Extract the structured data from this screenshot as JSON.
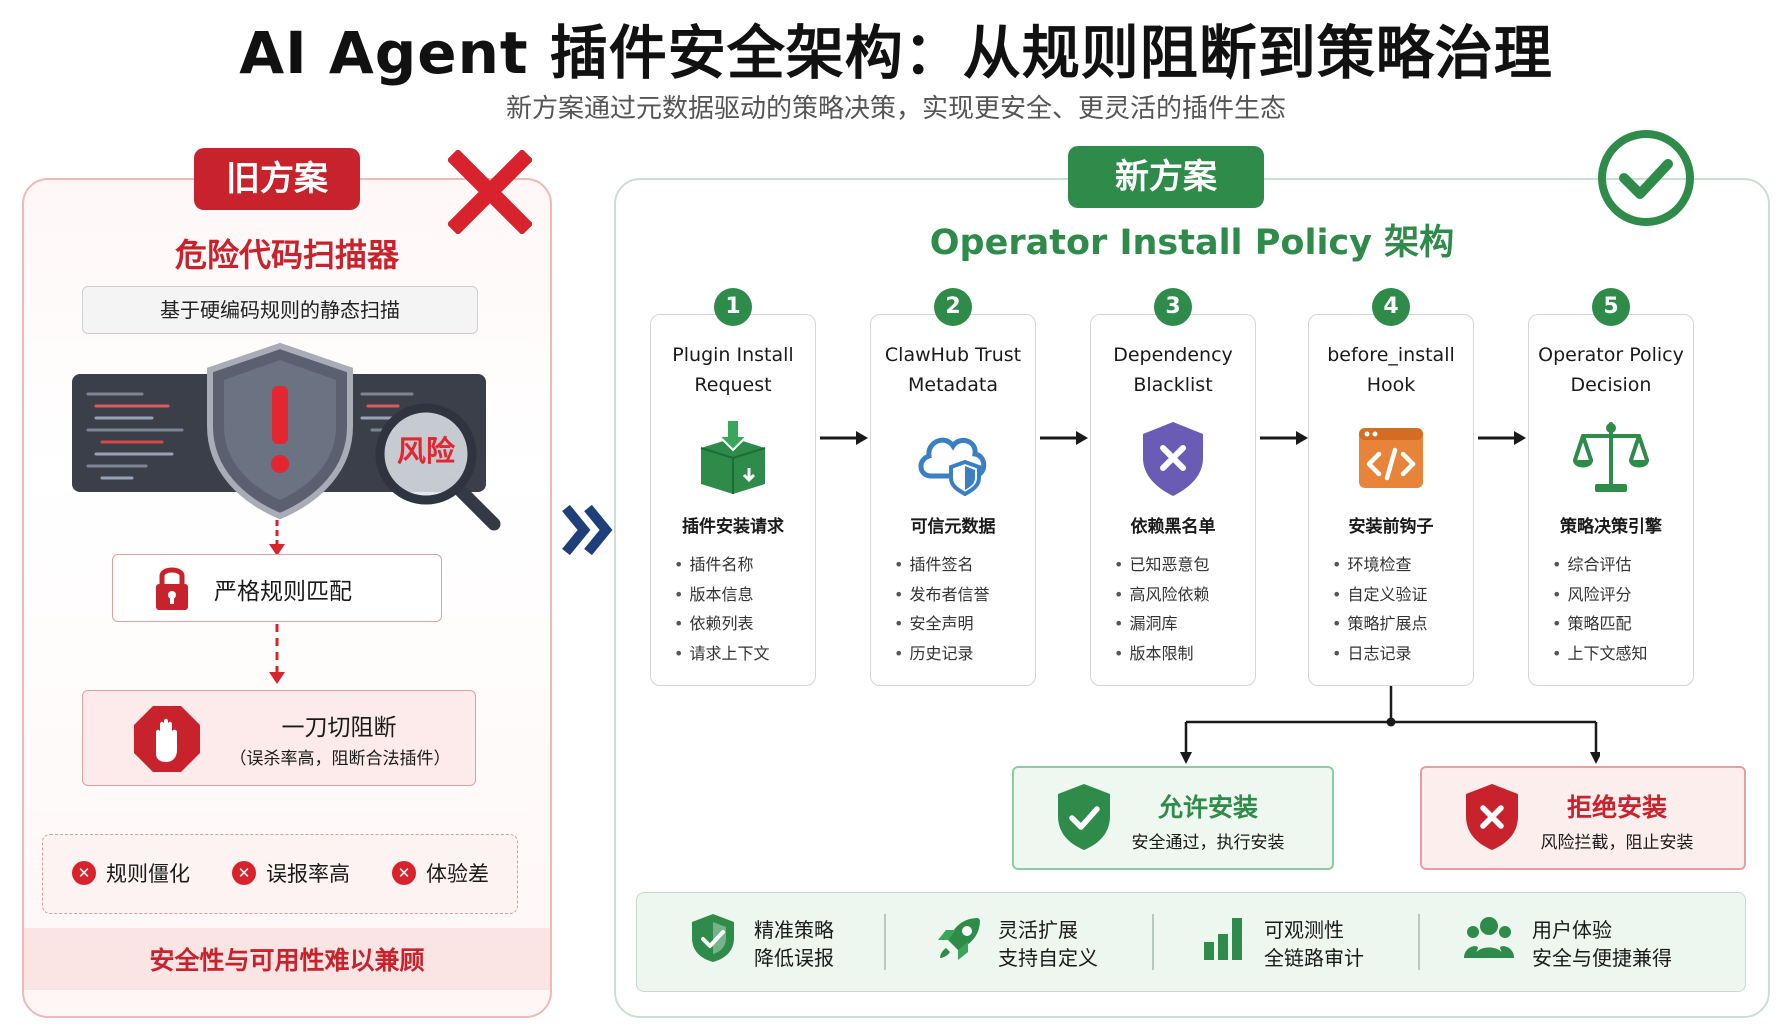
{
  "header": {
    "title": "AI Agent 插件安全架构：从规则阻断到策略治理",
    "subtitle": "新方案通过元数据驱动的策略决策，实现更安全、更灵活的插件生态"
  },
  "old_scheme": {
    "badge": "旧方案",
    "heading": "危险代码扫描器",
    "subheading": "基于硬编码规则的静态扫描",
    "risk_label": "风险",
    "rule_match": "严格规则匹配",
    "block_title": "一刀切阻断",
    "block_note": "（误杀率高，阻断合法插件）",
    "cons": [
      "规则僵化",
      "误报率高",
      "体验差"
    ],
    "footer": "安全性与可用性难以兼顾"
  },
  "new_scheme": {
    "badge": "新方案",
    "heading": "Operator Install Policy 架构",
    "steps": [
      {
        "num": "1",
        "title_line1": "Plugin Install",
        "title_line2": "Request",
        "cn": "插件安装请求",
        "icon": "install-box-icon",
        "items": [
          "插件名称",
          "版本信息",
          "依赖列表",
          "请求上下文"
        ]
      },
      {
        "num": "2",
        "title_line1": "ClawHub Trust",
        "title_line2": "Metadata",
        "cn": "可信元数据",
        "icon": "cloud-shield-icon",
        "items": [
          "插件签名",
          "发布者信誉",
          "安全声明",
          "历史记录"
        ]
      },
      {
        "num": "3",
        "title_line1": "Dependency",
        "title_line2": "Blacklist",
        "cn": "依赖黑名单",
        "icon": "shield-x-icon",
        "items": [
          "已知恶意包",
          "高风险依赖",
          "漏洞库",
          "版本限制"
        ]
      },
      {
        "num": "4",
        "title_line1": "before_install",
        "title_line2": "Hook",
        "cn": "安装前钩子",
        "icon": "code-hook-icon",
        "items": [
          "环境检查",
          "自定义验证",
          "策略扩展点",
          "日志记录"
        ]
      },
      {
        "num": "5",
        "title_line1": "Operator Policy",
        "title_line2": "Decision",
        "cn": "策略决策引擎",
        "icon": "scales-icon",
        "items": [
          "综合评估",
          "风险评分",
          "策略匹配",
          "上下文感知"
        ]
      }
    ],
    "allow": {
      "title": "允许安装",
      "note": "安全通过，执行安装"
    },
    "reject": {
      "title": "拒绝安装",
      "note": "风险拦截，阻止安装"
    },
    "benefits": [
      {
        "icon": "shield-check-icon",
        "line1": "精准策略",
        "line2": "降低误报"
      },
      {
        "icon": "rocket-icon",
        "line1": "灵活扩展",
        "line2": "支持自定义"
      },
      {
        "icon": "bar-chart-icon",
        "line1": "可观测性",
        "line2": "全链路审计"
      },
      {
        "icon": "users-icon",
        "line1": "用户体验",
        "line2": "安全与便捷兼得"
      }
    ]
  },
  "colors": {
    "red": "#c8232c",
    "green": "#2e8b4a",
    "navy": "#1f3f7a"
  }
}
